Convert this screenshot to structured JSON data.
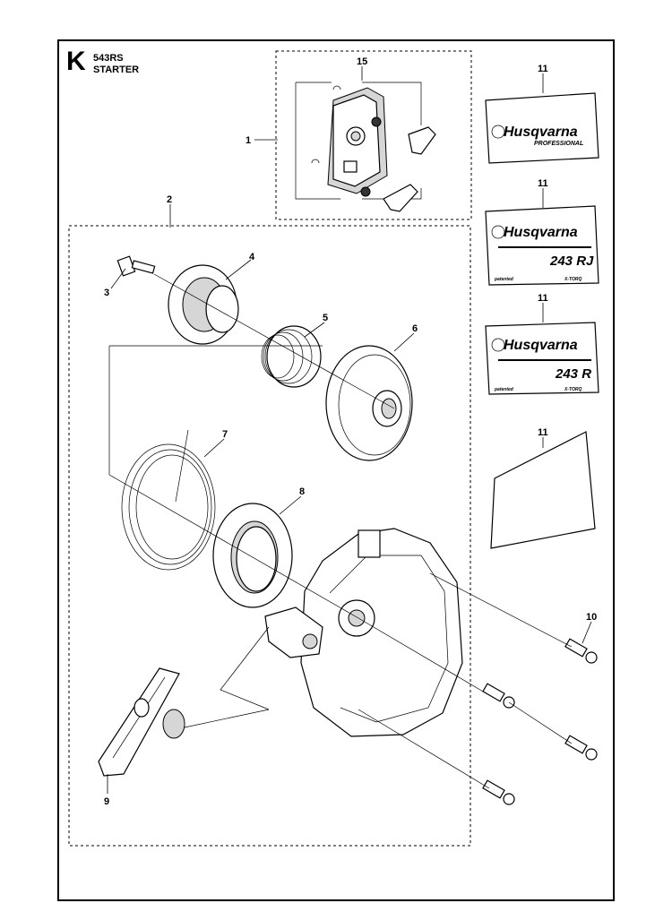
{
  "header": {
    "section_letter": "K",
    "model": "543RS",
    "title": "STARTER"
  },
  "callouts": [
    {
      "id": "1",
      "label": "1"
    },
    {
      "id": "2",
      "label": "2"
    },
    {
      "id": "3",
      "label": "3"
    },
    {
      "id": "4",
      "label": "4"
    },
    {
      "id": "5",
      "label": "5"
    },
    {
      "id": "6",
      "label": "6"
    },
    {
      "id": "7",
      "label": "7"
    },
    {
      "id": "8",
      "label": "8"
    },
    {
      "id": "9",
      "label": "9"
    },
    {
      "id": "10",
      "label": "10"
    },
    {
      "id": "11a",
      "label": "11"
    },
    {
      "id": "11b",
      "label": "11"
    },
    {
      "id": "11c",
      "label": "11"
    },
    {
      "id": "11d",
      "label": "11"
    },
    {
      "id": "15",
      "label": "15"
    }
  ],
  "decals": [
    {
      "brand": "Husqvarna",
      "line2": "PROFESSIONAL",
      "small_left": "",
      "small_right": ""
    },
    {
      "brand": "Husqvarna",
      "line2": "243 RJ",
      "small_left": "patented",
      "small_right": "X-TORQ"
    },
    {
      "brand": "Husqvarna",
      "line2": "243 R",
      "small_left": "patented",
      "small_right": "X-TORQ"
    }
  ]
}
